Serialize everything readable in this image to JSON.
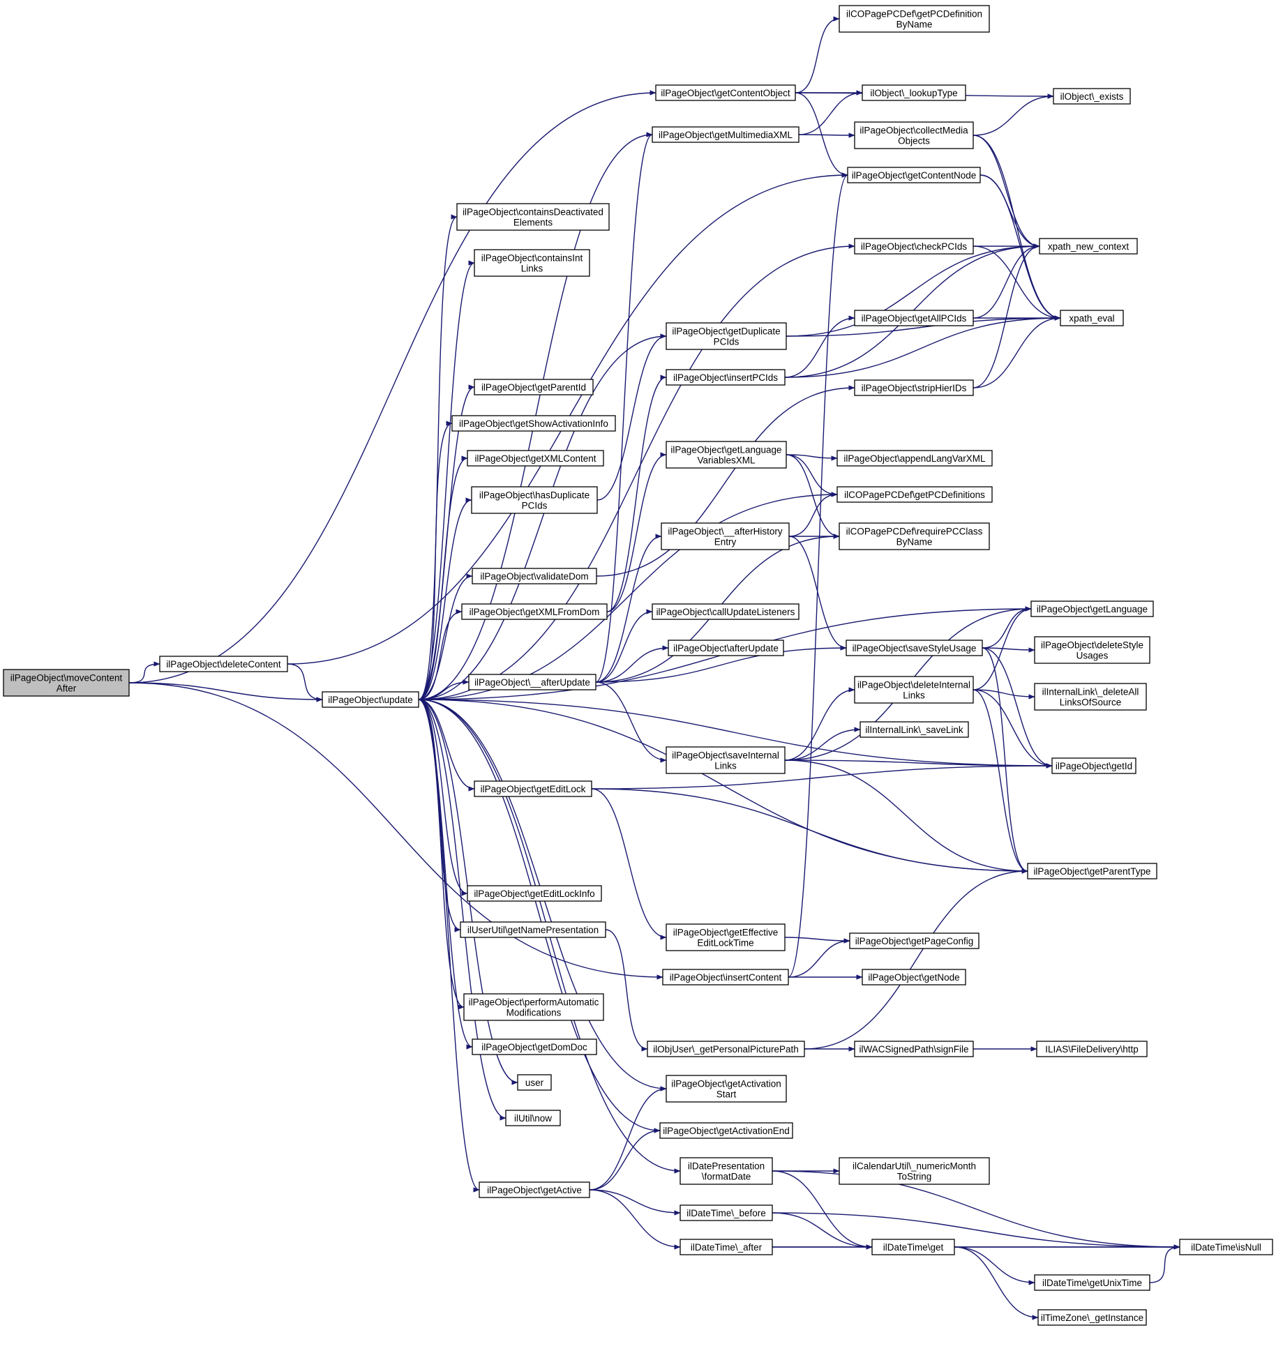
{
  "graph": {
    "root": "moveContentAfter",
    "nodes": [
      {
        "id": "moveContentAfter",
        "lines": [
          "ilPageObject\\moveContent",
          "After"
        ],
        "root": true
      },
      {
        "id": "deleteContent",
        "lines": [
          "ilPageObject\\deleteContent"
        ]
      },
      {
        "id": "update",
        "lines": [
          "ilPageObject\\update"
        ]
      },
      {
        "id": "getContentObject",
        "lines": [
          "ilPageObject\\getContentObject"
        ]
      },
      {
        "id": "getMultimediaXML",
        "lines": [
          "ilPageObject\\getMultimediaXML"
        ]
      },
      {
        "id": "containsDeactivated",
        "lines": [
          "ilPageObject\\containsDeactivated",
          "Elements"
        ]
      },
      {
        "id": "containsIntLinks",
        "lines": [
          "ilPageObject\\containsInt",
          "Links"
        ]
      },
      {
        "id": "getDuplicatePCIds",
        "lines": [
          "ilPageObject\\getDuplicate",
          "PCIds"
        ]
      },
      {
        "id": "insertPCIds",
        "lines": [
          "ilPageObject\\insertPCIds"
        ]
      },
      {
        "id": "getParentId",
        "lines": [
          "ilPageObject\\getParentId"
        ]
      },
      {
        "id": "getShowActivationInfo",
        "lines": [
          "ilPageObject\\getShowActivationInfo"
        ]
      },
      {
        "id": "getXMLContent",
        "lines": [
          "ilPageObject\\getXMLContent"
        ]
      },
      {
        "id": "hasDuplicatePCIds",
        "lines": [
          "ilPageObject\\hasDuplicate",
          "PCIds"
        ]
      },
      {
        "id": "getLanguageVariablesXML",
        "lines": [
          "ilPageObject\\getLanguage",
          "VariablesXML"
        ]
      },
      {
        "id": "afterHistoryEntry",
        "lines": [
          "ilPageObject\\__afterHistory",
          "Entry"
        ]
      },
      {
        "id": "validateDom",
        "lines": [
          "ilPageObject\\validateDom"
        ]
      },
      {
        "id": "getXMLFromDom",
        "lines": [
          "ilPageObject\\getXMLFromDom"
        ]
      },
      {
        "id": "callUpdateListeners",
        "lines": [
          "ilPageObject\\callUpdateListeners"
        ]
      },
      {
        "id": "afterUpdate",
        "lines": [
          "ilPageObject\\afterUpdate"
        ]
      },
      {
        "id": "__afterUpdate",
        "lines": [
          "ilPageObject\\__afterUpdate"
        ]
      },
      {
        "id": "saveInternalLinks",
        "lines": [
          "ilPageObject\\saveInternal",
          "Links"
        ]
      },
      {
        "id": "getEditLock",
        "lines": [
          "ilPageObject\\getEditLock"
        ]
      },
      {
        "id": "getEditLockInfo",
        "lines": [
          "ilPageObject\\getEditLockInfo"
        ]
      },
      {
        "id": "getNamePresentation",
        "lines": [
          "ilUserUtil\\getNamePresentation"
        ]
      },
      {
        "id": "getEffectiveEditLockTime",
        "lines": [
          "ilPageObject\\getEffective",
          "EditLockTime"
        ]
      },
      {
        "id": "insertContent",
        "lines": [
          "ilPageObject\\insertContent"
        ]
      },
      {
        "id": "performAutomaticModifications",
        "lines": [
          "ilPageObject\\performAutomatic",
          "Modifications"
        ]
      },
      {
        "id": "getDomDoc",
        "lines": [
          "ilPageObject\\getDomDoc"
        ]
      },
      {
        "id": "getPersonalPicturePath",
        "lines": [
          "ilObjUser\\_getPersonalPicturePath"
        ]
      },
      {
        "id": "user",
        "lines": [
          "user"
        ]
      },
      {
        "id": "getActivationStart",
        "lines": [
          "ilPageObject\\getActivation",
          "Start"
        ]
      },
      {
        "id": "now",
        "lines": [
          "ilUtil\\now"
        ]
      },
      {
        "id": "getActivationEnd",
        "lines": [
          "ilPageObject\\getActivationEnd"
        ]
      },
      {
        "id": "getActive",
        "lines": [
          "ilPageObject\\getActive"
        ]
      },
      {
        "id": "formatDate",
        "lines": [
          "ilDatePresentation",
          "\\formatDate"
        ]
      },
      {
        "id": "before",
        "lines": [
          "ilDateTime\\_before"
        ]
      },
      {
        "id": "after",
        "lines": [
          "ilDateTime\\_after"
        ]
      },
      {
        "id": "getPCDefinitionByName",
        "lines": [
          "ilCOPagePCDef\\getPCDefinition",
          "ByName"
        ]
      },
      {
        "id": "lookupType",
        "lines": [
          "ilObject\\_lookupType"
        ]
      },
      {
        "id": "collectMediaObjects",
        "lines": [
          "ilPageObject\\collectMedia",
          "Objects"
        ]
      },
      {
        "id": "getContentNode",
        "lines": [
          "ilPageObject\\getContentNode"
        ]
      },
      {
        "id": "checkPCIds",
        "lines": [
          "ilPageObject\\checkPCIds"
        ]
      },
      {
        "id": "getAllPCIds",
        "lines": [
          "ilPageObject\\getAllPCIds"
        ]
      },
      {
        "id": "stripHierIDs",
        "lines": [
          "ilPageObject\\stripHierIDs"
        ]
      },
      {
        "id": "appendLangVarXML",
        "lines": [
          "ilPageObject\\appendLangVarXML"
        ]
      },
      {
        "id": "getPCDefinitions",
        "lines": [
          "ilCOPagePCDef\\getPCDefinitions"
        ]
      },
      {
        "id": "requirePCClassByName",
        "lines": [
          "ilCOPagePCDef\\requirePCClass",
          "ByName"
        ]
      },
      {
        "id": "saveStyleUsage",
        "lines": [
          "ilPageObject\\saveStyleUsage"
        ]
      },
      {
        "id": "deleteInternalLinks",
        "lines": [
          "ilPageObject\\deleteInternal",
          "Links"
        ]
      },
      {
        "id": "saveLink",
        "lines": [
          "ilInternalLink\\_saveLink"
        ]
      },
      {
        "id": "getPageConfig",
        "lines": [
          "ilPageObject\\getPageConfig"
        ]
      },
      {
        "id": "getNode",
        "lines": [
          "ilPageObject\\getNode"
        ]
      },
      {
        "id": "signFile",
        "lines": [
          "ilWACSignedPath\\signFile"
        ]
      },
      {
        "id": "numericMonthToString",
        "lines": [
          "ilCalendarUtil\\_numericMonth",
          "ToString"
        ]
      },
      {
        "id": "dtGet",
        "lines": [
          "ilDateTime\\get"
        ]
      },
      {
        "id": "exists",
        "lines": [
          "ilObject\\_exists"
        ]
      },
      {
        "id": "xpathNewContext",
        "lines": [
          "xpath_new_context"
        ]
      },
      {
        "id": "xpathEval",
        "lines": [
          "xpath_eval"
        ]
      },
      {
        "id": "getLanguage",
        "lines": [
          "ilPageObject\\getLanguage"
        ]
      },
      {
        "id": "deleteStyleUsages",
        "lines": [
          "ilPageObject\\deleteStyle",
          "Usages"
        ]
      },
      {
        "id": "deleteAllLinksOfSource",
        "lines": [
          "ilInternalLink\\_deleteAll",
          "LinksOfSource"
        ]
      },
      {
        "id": "getId",
        "lines": [
          "ilPageObject\\getId"
        ]
      },
      {
        "id": "getParentType",
        "lines": [
          "ilPageObject\\getParentType"
        ]
      },
      {
        "id": "http",
        "lines": [
          "ILIAS\\FileDelivery\\http"
        ]
      },
      {
        "id": "isNull",
        "lines": [
          "ilDateTime\\isNull"
        ]
      },
      {
        "id": "getUnixTime",
        "lines": [
          "ilDateTime\\getUnixTime"
        ]
      },
      {
        "id": "getInstance",
        "lines": [
          "ilTimeZone\\_getInstance"
        ]
      }
    ],
    "edges": [
      [
        "moveContentAfter",
        "deleteContent"
      ],
      [
        "moveContentAfter",
        "update"
      ],
      [
        "moveContentAfter",
        "getContentObject"
      ],
      [
        "moveContentAfter",
        "insertContent"
      ],
      [
        "deleteContent",
        "update"
      ],
      [
        "deleteContent",
        "getContentNode"
      ],
      [
        "update",
        "__afterUpdate"
      ],
      [
        "update",
        "getMultimediaXML"
      ],
      [
        "update",
        "containsDeactivated"
      ],
      [
        "update",
        "containsIntLinks"
      ],
      [
        "update",
        "checkPCIds"
      ],
      [
        "update",
        "getDuplicatePCIds"
      ],
      [
        "update",
        "getParentId"
      ],
      [
        "update",
        "getShowActivationInfo"
      ],
      [
        "update",
        "getXMLContent"
      ],
      [
        "update",
        "hasDuplicatePCIds"
      ],
      [
        "update",
        "getPCDefinitions"
      ],
      [
        "update",
        "validateDom"
      ],
      [
        "update",
        "getXMLFromDom"
      ],
      [
        "update",
        "getLanguage"
      ],
      [
        "update",
        "getId"
      ],
      [
        "update",
        "getEditLock"
      ],
      [
        "update",
        "getParentType"
      ],
      [
        "update",
        "getEditLockInfo"
      ],
      [
        "update",
        "getNamePresentation"
      ],
      [
        "update",
        "performAutomaticModifications"
      ],
      [
        "update",
        "getDomDoc"
      ],
      [
        "update",
        "user"
      ],
      [
        "update",
        "now"
      ],
      [
        "update",
        "getActive"
      ],
      [
        "update",
        "getActivationStart"
      ],
      [
        "update",
        "getActivationEnd"
      ],
      [
        "update",
        "formatDate"
      ],
      [
        "getContentObject",
        "getPCDefinitionByName"
      ],
      [
        "getContentObject",
        "lookupType"
      ],
      [
        "getContentObject",
        "exists"
      ],
      [
        "getContentObject",
        "getContentNode"
      ],
      [
        "getMultimediaXML",
        "lookupType"
      ],
      [
        "getMultimediaXML",
        "collectMediaObjects"
      ],
      [
        "collectMediaObjects",
        "exists"
      ],
      [
        "collectMediaObjects",
        "xpathNewContext"
      ],
      [
        "collectMediaObjects",
        "xpathEval"
      ],
      [
        "getContentNode",
        "xpathNewContext"
      ],
      [
        "getContentNode",
        "xpathEval"
      ],
      [
        "checkPCIds",
        "xpathNewContext"
      ],
      [
        "checkPCIds",
        "xpathEval"
      ],
      [
        "getDuplicatePCIds",
        "xpathNewContext"
      ],
      [
        "getDuplicatePCIds",
        "xpathEval"
      ],
      [
        "getAllPCIds",
        "xpathNewContext"
      ],
      [
        "getAllPCIds",
        "xpathEval"
      ],
      [
        "insertPCIds",
        "getAllPCIds"
      ],
      [
        "insertPCIds",
        "xpathNewContext"
      ],
      [
        "insertPCIds",
        "xpathEval"
      ],
      [
        "stripHierIDs",
        "xpathNewContext"
      ],
      [
        "stripHierIDs",
        "xpathEval"
      ],
      [
        "hasDuplicatePCIds",
        "getDuplicatePCIds"
      ],
      [
        "validateDom",
        "stripHierIDs"
      ],
      [
        "getXMLFromDom",
        "insertPCIds"
      ],
      [
        "getXMLFromDom",
        "getLanguageVariablesXML"
      ],
      [
        "getLanguageVariablesXML",
        "appendLangVarXML"
      ],
      [
        "getLanguageVariablesXML",
        "getPCDefinitions"
      ],
      [
        "getLanguageVariablesXML",
        "requirePCClassByName"
      ],
      [
        "afterHistoryEntry",
        "getPCDefinitions"
      ],
      [
        "afterHistoryEntry",
        "requirePCClassByName"
      ],
      [
        "afterHistoryEntry",
        "saveStyleUsage"
      ],
      [
        "__afterUpdate",
        "afterHistoryEntry"
      ],
      [
        "__afterUpdate",
        "callUpdateListeners"
      ],
      [
        "__afterUpdate",
        "afterUpdate"
      ],
      [
        "__afterUpdate",
        "saveStyleUsage"
      ],
      [
        "__afterUpdate",
        "saveInternalLinks"
      ],
      [
        "__afterUpdate",
        "getMultimediaXML"
      ],
      [
        "__afterUpdate",
        "requirePCClassByName"
      ],
      [
        "saveStyleUsage",
        "getLanguage"
      ],
      [
        "saveStyleUsage",
        "deleteStyleUsages"
      ],
      [
        "saveStyleUsage",
        "getId"
      ],
      [
        "saveStyleUsage",
        "getParentType"
      ],
      [
        "deleteInternalLinks",
        "getLanguage"
      ],
      [
        "deleteInternalLinks",
        "deleteAllLinksOfSource"
      ],
      [
        "deleteInternalLinks",
        "getId"
      ],
      [
        "deleteInternalLinks",
        "getParentType"
      ],
      [
        "saveInternalLinks",
        "deleteInternalLinks"
      ],
      [
        "saveInternalLinks",
        "saveLink"
      ],
      [
        "saveInternalLinks",
        "getId"
      ],
      [
        "saveInternalLinks",
        "getParentType"
      ],
      [
        "saveInternalLinks",
        "getLanguage"
      ],
      [
        "getEditLock",
        "getEffectiveEditLockTime"
      ],
      [
        "getEditLock",
        "getId"
      ],
      [
        "getEditLock",
        "getParentType"
      ],
      [
        "getEffectiveEditLockTime",
        "getPageConfig"
      ],
      [
        "insertContent",
        "getPageConfig"
      ],
      [
        "insertContent",
        "getNode"
      ],
      [
        "insertContent",
        "getContentNode"
      ],
      [
        "getNamePresentation",
        "getPersonalPicturePath"
      ],
      [
        "getPersonalPicturePath",
        "signFile"
      ],
      [
        "signFile",
        "http"
      ],
      [
        "getActive",
        "getActivationStart"
      ],
      [
        "getActive",
        "getActivationEnd"
      ],
      [
        "getActive",
        "before"
      ],
      [
        "getActive",
        "after"
      ],
      [
        "formatDate",
        "numericMonthToString"
      ],
      [
        "formatDate",
        "dtGet"
      ],
      [
        "formatDate",
        "isNull"
      ],
      [
        "before",
        "dtGet"
      ],
      [
        "before",
        "isNull"
      ],
      [
        "after",
        "dtGet"
      ],
      [
        "after",
        "isNull"
      ],
      [
        "dtGet",
        "isNull"
      ],
      [
        "dtGet",
        "getUnixTime"
      ],
      [
        "dtGet",
        "getInstance"
      ],
      [
        "getUnixTime",
        "isNull"
      ],
      [
        "getPersonalPicturePath",
        "getParentType"
      ]
    ]
  }
}
